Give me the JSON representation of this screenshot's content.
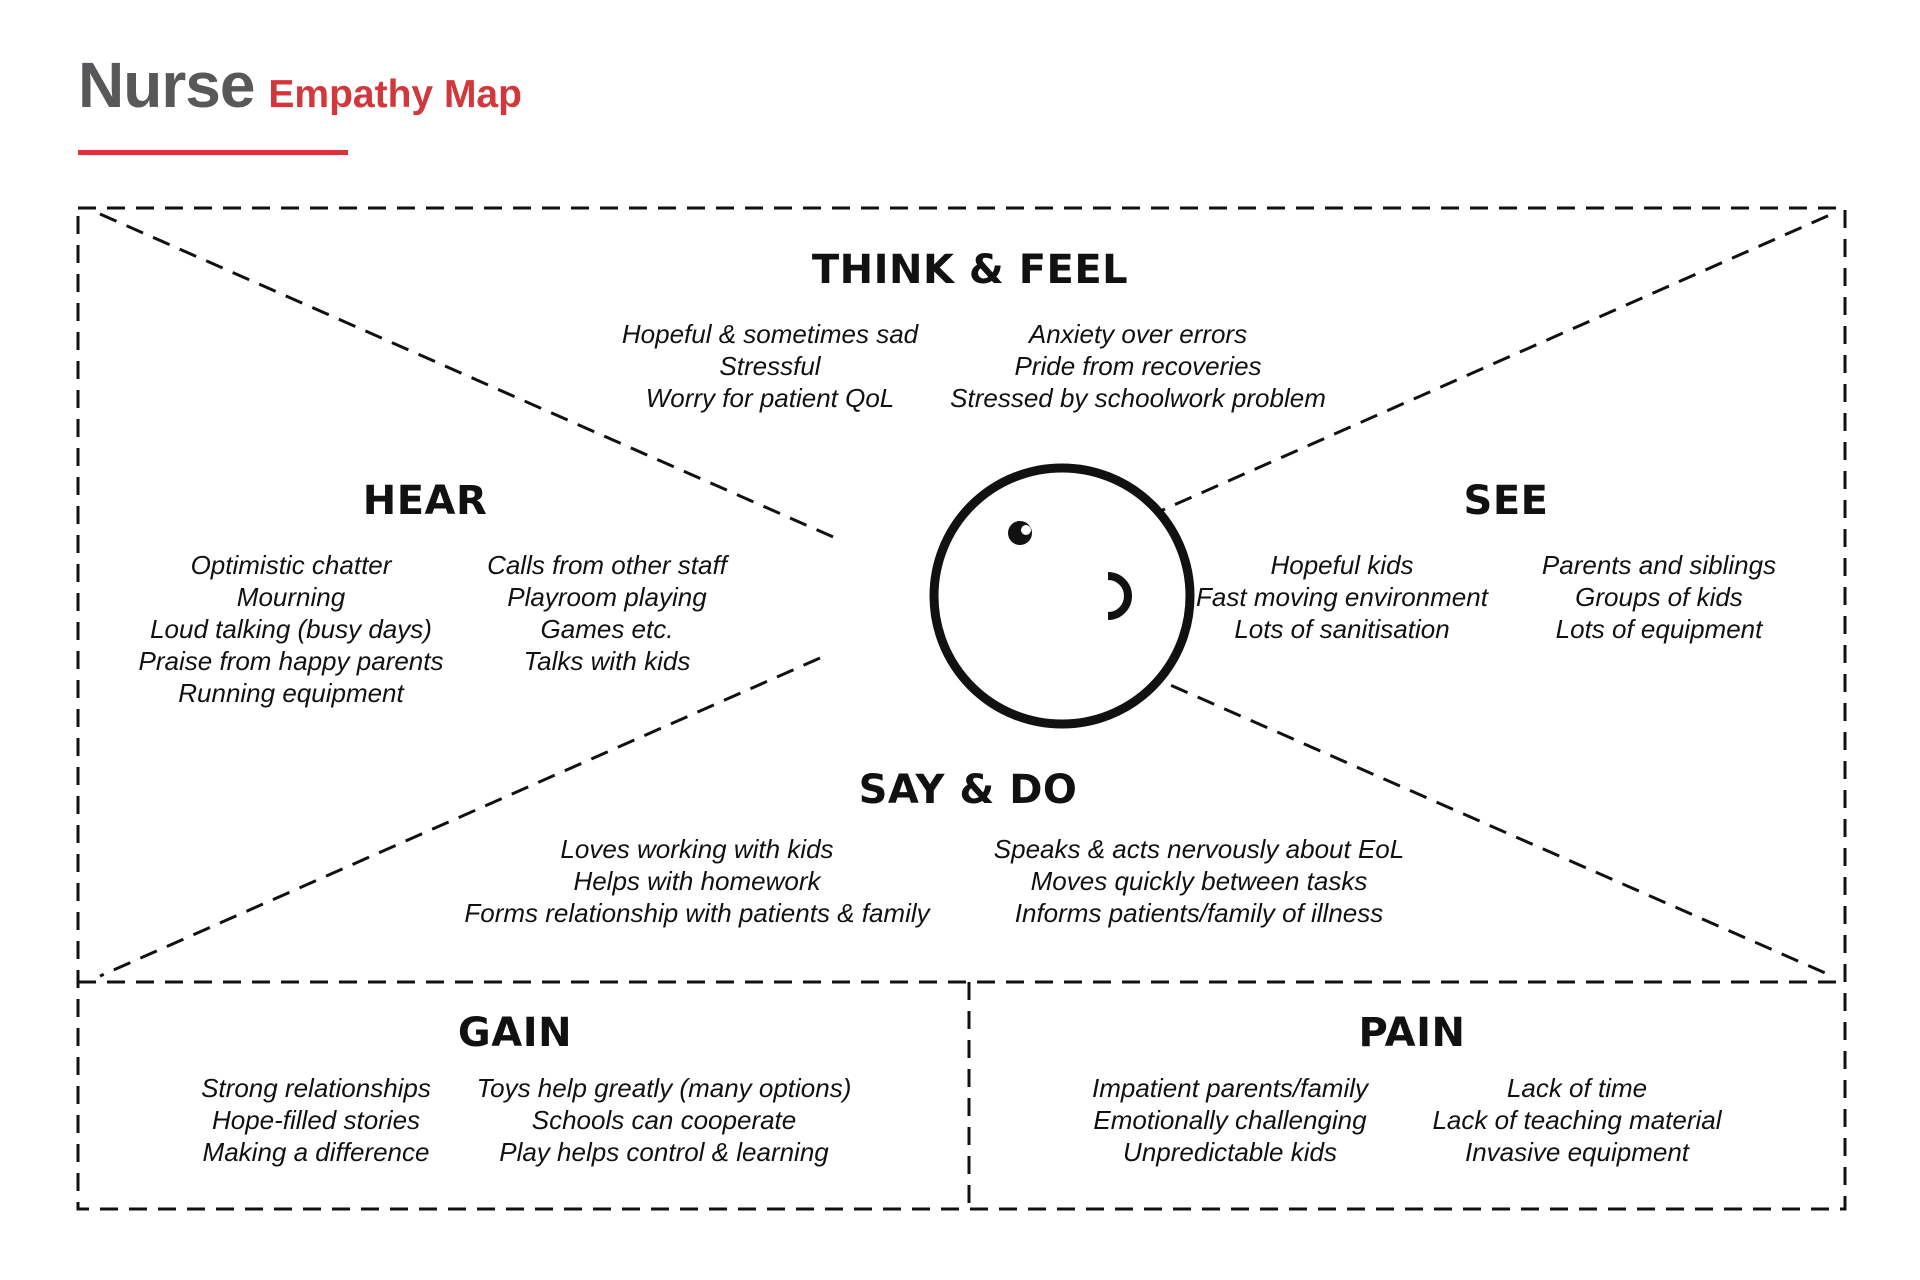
{
  "header": {
    "title": "Nurse",
    "subtitle": "Empathy Map",
    "accent_color": "#d1383c",
    "title_color": "#58585a"
  },
  "think_feel": {
    "heading": "THINK & FEEL",
    "left": [
      "Hopeful & sometimes sad",
      "Stressful",
      "Worry for patient QoL"
    ],
    "right": [
      "Anxiety over errors",
      "Pride from recoveries",
      "Stressed by schoolwork problem"
    ]
  },
  "hear": {
    "heading": "HEAR",
    "left": [
      "Optimistic chatter",
      "Mourning",
      "Loud talking (busy days)",
      "Praise from happy parents",
      "Running equipment"
    ],
    "right": [
      "Calls from other staff",
      "Playroom playing",
      "Games etc.",
      "Talks with kids"
    ]
  },
  "see": {
    "heading": "SEE",
    "left": [
      "Hopeful kids",
      "Fast moving environment",
      "Lots of sanitisation"
    ],
    "right": [
      "Parents and siblings",
      "Groups of kids",
      "Lots of equipment"
    ]
  },
  "say_do": {
    "heading": "SAY & DO",
    "left": [
      "Loves working with kids",
      "Helps with homework",
      "Forms relationship with patients & family"
    ],
    "right": [
      "Speaks & acts nervously about EoL",
      "Moves quickly between tasks",
      "Informs patients/family of illness"
    ]
  },
  "gain": {
    "heading": "GAIN",
    "left": [
      "Strong relationships",
      "Hope-filled stories",
      "Making a difference"
    ],
    "right": [
      "Toys help greatly (many options)",
      "Schools can cooperate",
      "Play helps control & learning"
    ]
  },
  "pain": {
    "heading": "PAIN",
    "left": [
      "Impatient parents/family",
      "Emotionally challenging",
      "Unpredictable kids"
    ],
    "right": [
      "Lack of time",
      "Lack of teaching material",
      "Invasive equipment"
    ]
  }
}
